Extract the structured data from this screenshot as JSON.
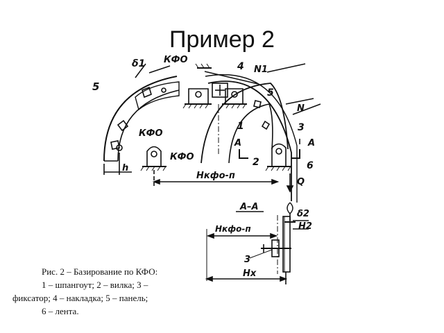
{
  "slide": {
    "title": "Пример 2"
  },
  "figure": {
    "labels": {
      "panel": "5",
      "panel_right": "5",
      "delta1": "δ1",
      "kfo_top": "КФО",
      "kfo_mid": "КФО",
      "kfo_bottom": "КФО",
      "h": "h",
      "h_kfo_p": "Hкфо-п",
      "n1": "N1",
      "n": "N",
      "nakladka": "4",
      "shpangout": "1",
      "vilka": "2",
      "fiksator": "3",
      "lenta": "6",
      "a_left": "A",
      "a_right": "A",
      "q": "Q",
      "section": "A–A",
      "delta2": "δ2",
      "h_kfo_p_sec": "Hкфо-п",
      "h2": "H2",
      "fiksator_sec": "3",
      "hx": "Hx"
    }
  },
  "caption": {
    "line1": "Рис. 2 – Базирование по КФО:",
    "line2": "1 – шпангоут; 2 – вилка; 3 –",
    "line3": "фиксатор; 4 – накладка; 5 – панель;",
    "line4": "6 – лента."
  }
}
